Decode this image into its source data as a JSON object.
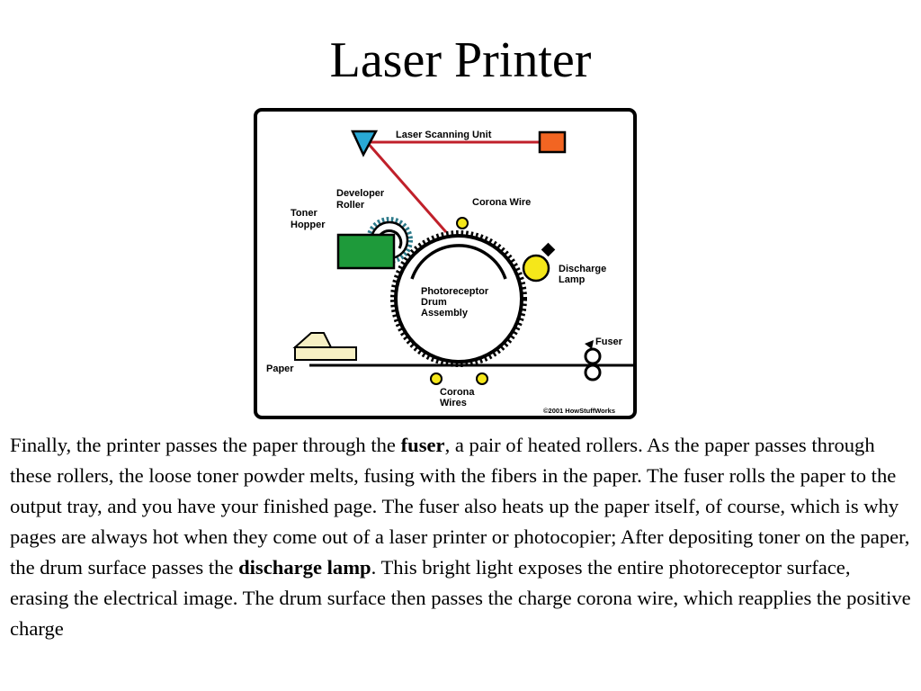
{
  "slide": {
    "title": "Laser Printer"
  },
  "diagram": {
    "labels": {
      "laser_scanning_unit": "Laser Scanning Unit",
      "developer_roller_line1": "Developer",
      "developer_roller_line2": "Roller",
      "toner_hopper_line1": "Toner",
      "toner_hopper_line2": "Hopper",
      "corona_wire": "Corona Wire",
      "discharge_lamp_line1": "Discharge",
      "discharge_lamp_line2": "Lamp",
      "drum_line1": "Photoreceptor",
      "drum_line2": "Drum",
      "drum_line3": "Assembly",
      "fuser": "Fuser",
      "paper": "Paper",
      "corona_wires_line1": "Corona",
      "corona_wires_line2": "Wires"
    },
    "copyright": "©2001 HowStuffWorks",
    "colors": {
      "laser_beam": "#c0202a",
      "laser_source": "#f26522",
      "mirror": "#29a9d6",
      "toner_hopper": "#1e9a3a",
      "discharge_lamp": "#f5e71a",
      "corona_wire": "#f5e71a",
      "paper": "#f7f0c4"
    }
  },
  "body": {
    "p1": "Finally, the printer passes the paper through the ",
    "bold1": "fuser",
    "p2": ", a pair of heated rollers. As the paper passes through these rollers, the loose toner powder melts, fusing with the fibers in the paper. The fuser rolls the paper to the output tray, and you have your finished page. The fuser also heats up the paper itself, of course, which is why pages are always hot when they come out of a laser printer or photocopier; After depositing toner on the paper, the drum surface passes the ",
    "bold2": "discharge lamp",
    "p3": ". This bright light exposes the entire photoreceptor surface, erasing the electrical image. The drum surface then passes the charge corona wire, which reapplies the positive charge"
  }
}
